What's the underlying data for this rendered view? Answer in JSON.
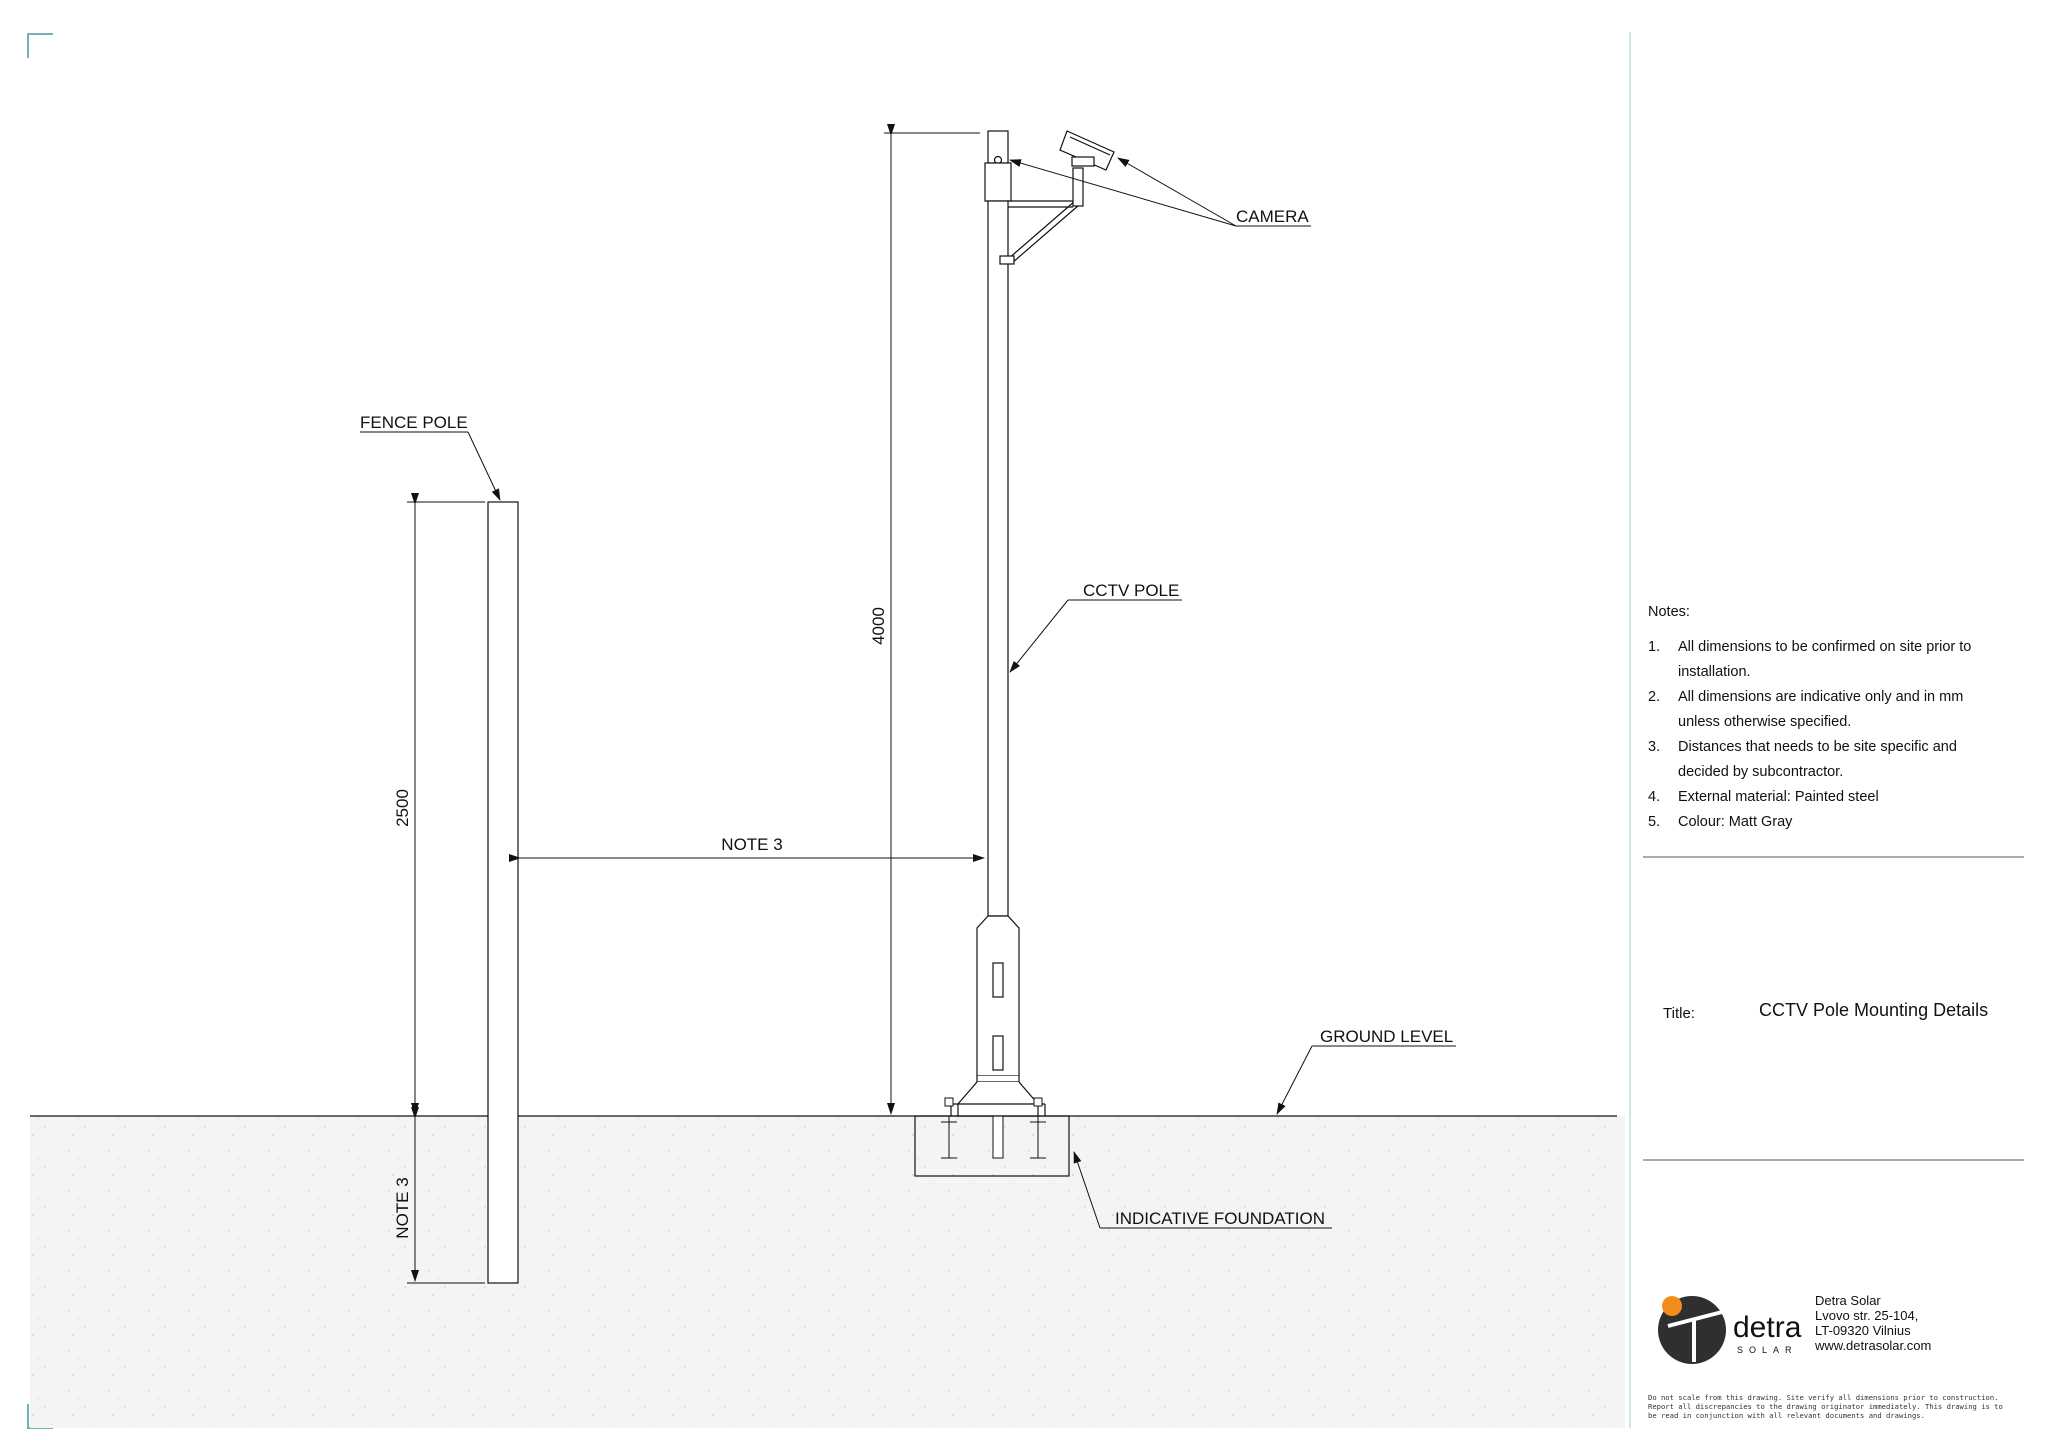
{
  "drawing": {
    "labels": {
      "camera": "CAMERA",
      "fence_pole": "FENCE POLE",
      "cctv_pole": "CCTV POLE",
      "ground_level": "GROUND LEVEL",
      "indicative_foundation": "INDICATIVE FOUNDATION",
      "note3_distance": "NOTE 3",
      "note3_depth": "NOTE 3"
    },
    "dimensions": {
      "fence_height": "2500",
      "cctv_height": "4000"
    }
  },
  "notes": {
    "heading": "Notes:",
    "items": [
      {
        "num": "1.",
        "text": "All dimensions to be confirmed on site prior to installation."
      },
      {
        "num": "2.",
        "text": "All dimensions are indicative only and in mm unless otherwise specified."
      },
      {
        "num": "3.",
        "text": "Distances that needs to be site specific and decided by subcontractor."
      },
      {
        "num": "4.",
        "text": "External material: Painted steel"
      },
      {
        "num": "5.",
        "text": "Colour: Matt Gray"
      }
    ]
  },
  "title_block": {
    "label": "Title:",
    "value": "CCTV Pole Mounting Details"
  },
  "company": {
    "logo_word": "detra",
    "logo_sub": "SOLAR",
    "name": "Detra Solar",
    "address_1": "Lvovo str. 25-104,",
    "address_2": "LT-09320 Vilnius",
    "website": "www.detrasolar.com"
  },
  "disclaimer": "Do not scale from this drawing. Site verify all dimensions prior to construction. Report all discrepancies to the drawing originator immediately. This drawing is to be read in conjunction with all relevant documents and drawings.",
  "colors": {
    "line": "#111111",
    "frame_accent": "#6fb3b8",
    "logo_dark": "#2f2f2f",
    "logo_orange": "#f28c1b",
    "ground": "#f3f3f3"
  }
}
